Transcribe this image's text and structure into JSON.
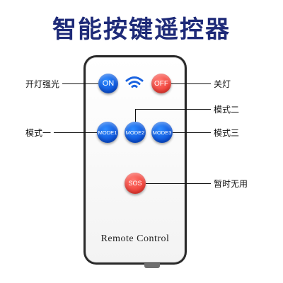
{
  "title": "智能按键遥控器",
  "buttons": {
    "on": "ON",
    "off": "OFF",
    "mode1": "MODE1",
    "mode2": "MODE2",
    "mode3": "MODE3",
    "sos": "SOS"
  },
  "brand": "Remote Control",
  "callouts": {
    "on": "开灯强光",
    "off": "关灯",
    "mode1": "模式一",
    "mode2": "模式二",
    "mode3": "模式三",
    "sos": "暂时无用"
  },
  "colors": {
    "title": "#1e2a78",
    "blue_button": "#0a4fd6",
    "red_button": "#ef3b33",
    "remote_body": "#2a2a2a"
  },
  "icons": [
    "wifi-signal-icon"
  ]
}
